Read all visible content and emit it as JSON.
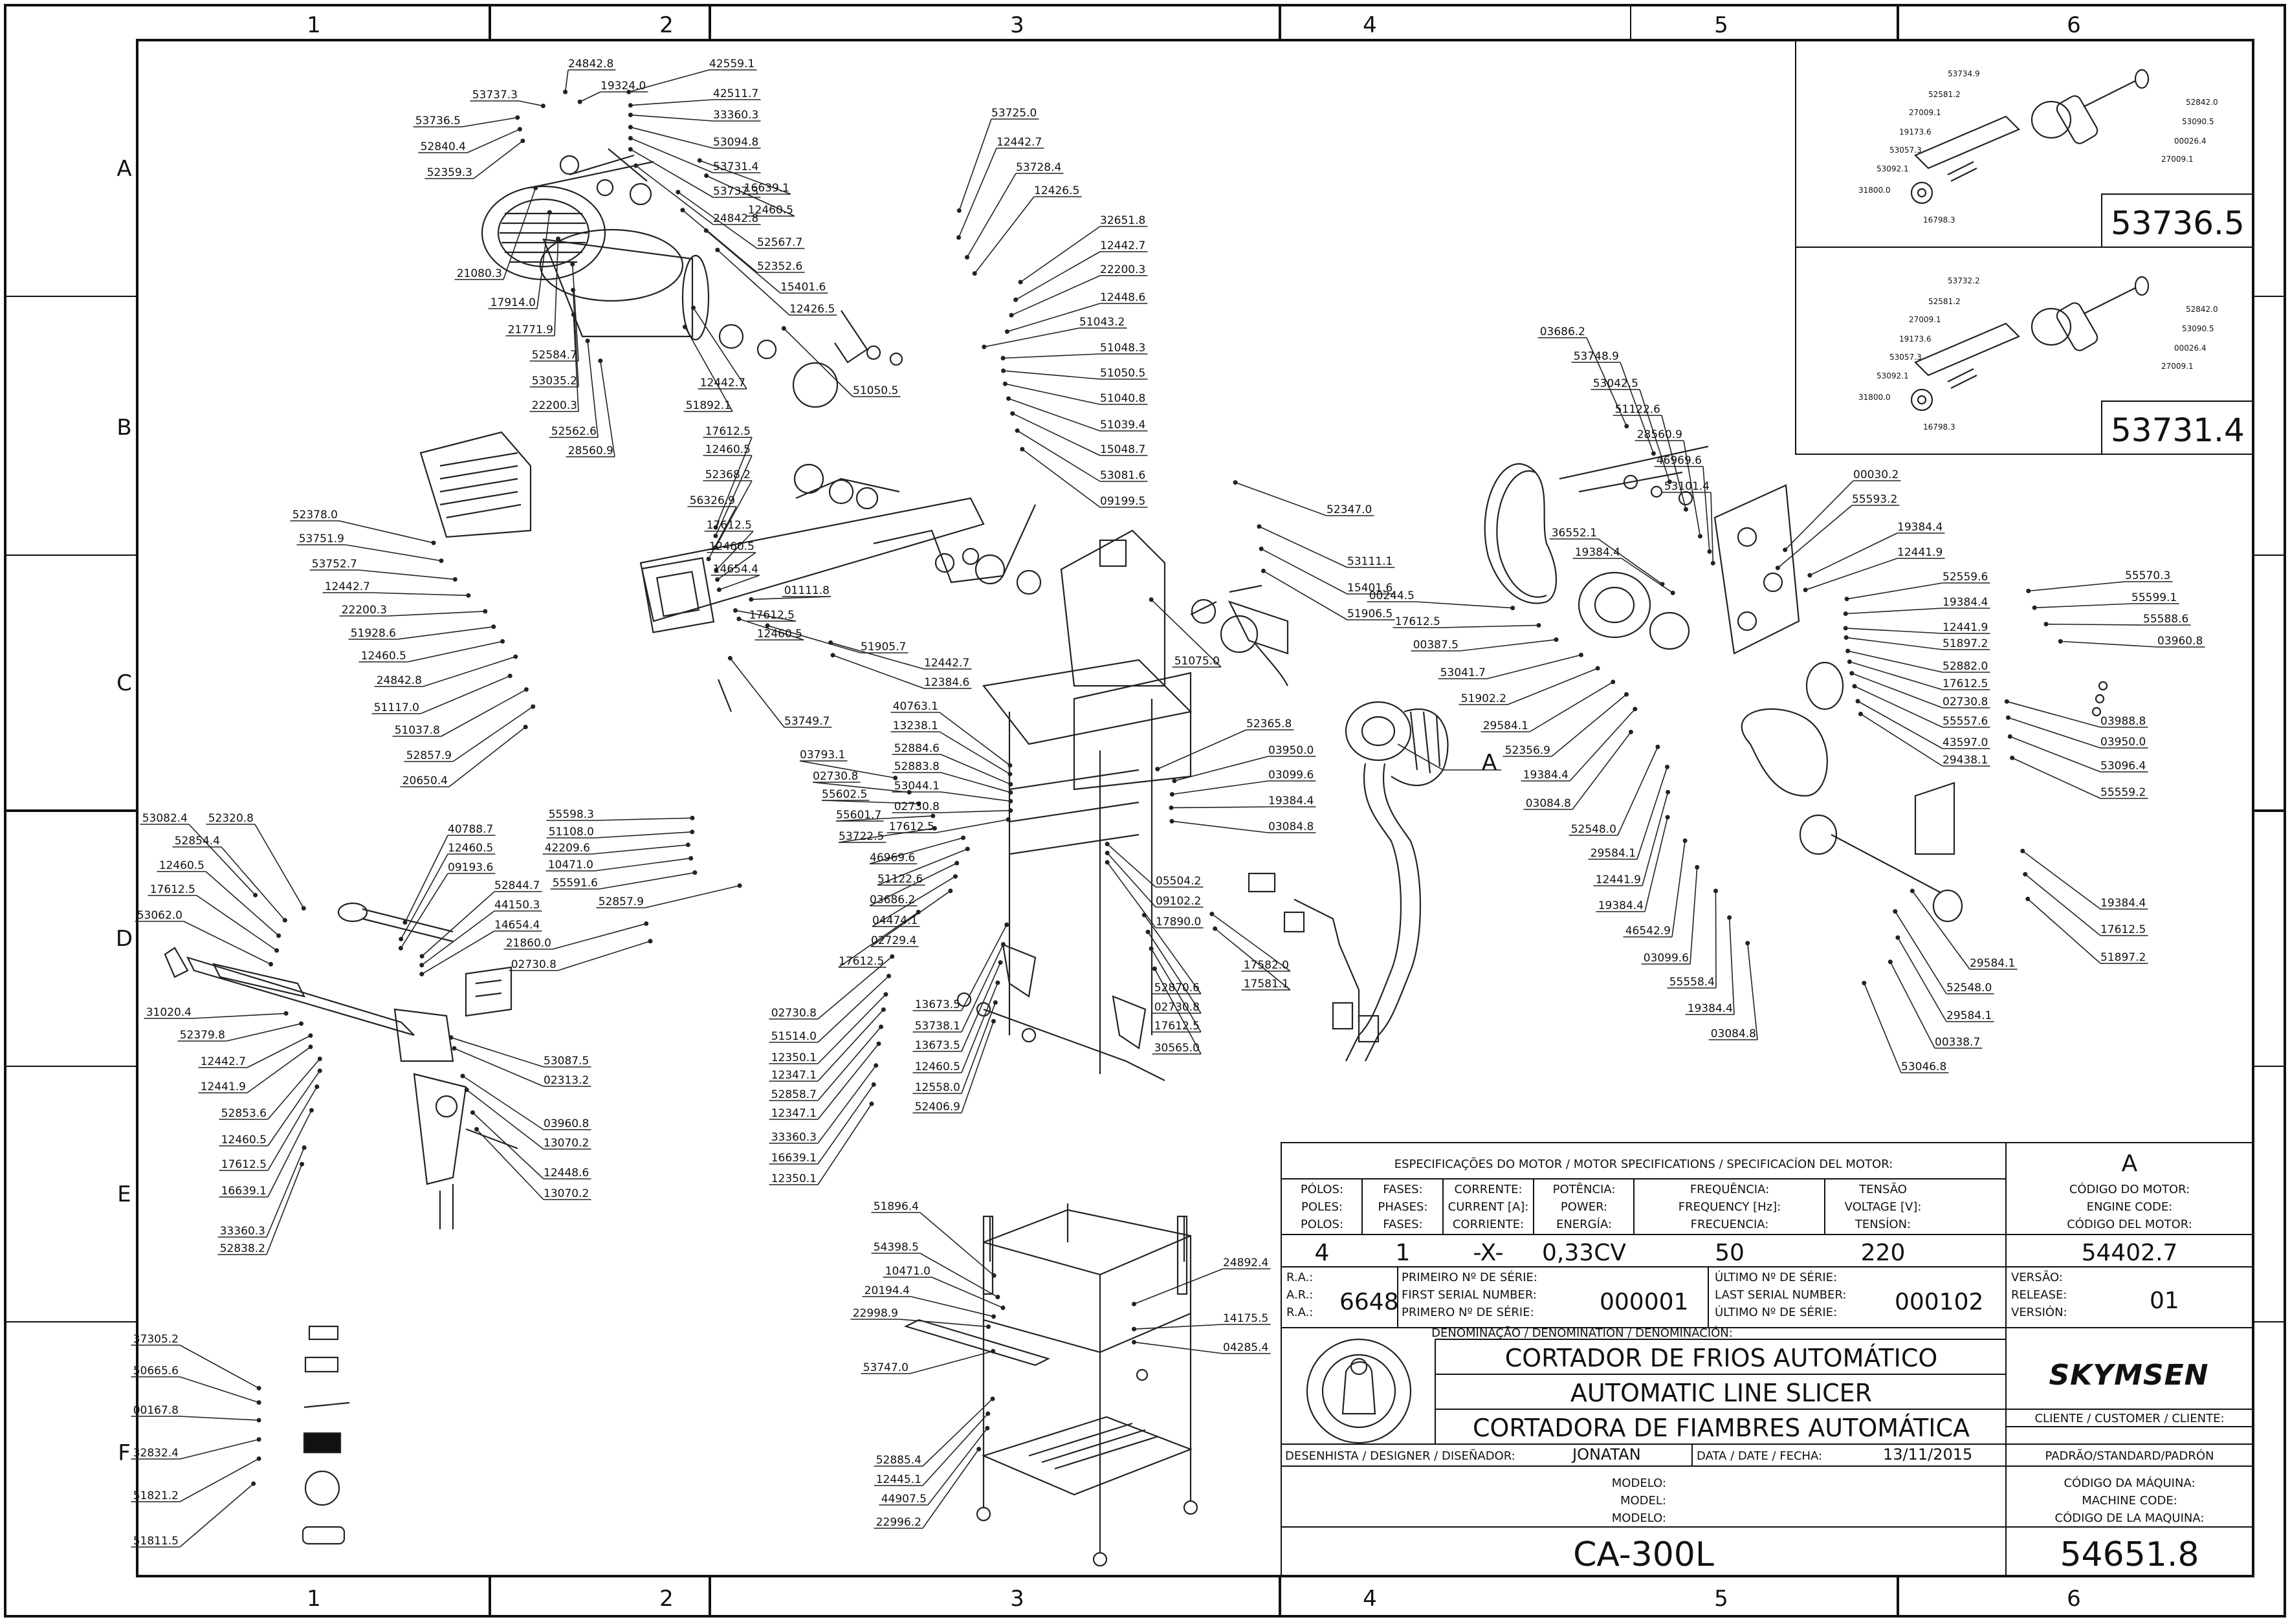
{
  "zones": {
    "columns": [
      "1",
      "2",
      "3",
      "4",
      "5",
      "6"
    ],
    "rows": [
      "A",
      "B",
      "C",
      "D",
      "E",
      "F"
    ]
  },
  "callouts": {
    "A": "A"
  },
  "insets": [
    {
      "code": "53736.5",
      "parts": [
        "53734.9",
        "52581.2",
        "27009.1",
        "19173.6",
        "53057.3",
        "53092.1",
        "31800.0",
        "16798.3",
        "52842.0",
        "53090.5",
        "00026.4",
        "27009.1"
      ]
    },
    {
      "code": "53731.4",
      "parts": [
        "53732.2",
        "52581.2",
        "27009.1",
        "19173.6",
        "53057.3",
        "53092.1",
        "31800.0",
        "16798.3",
        "52842.0",
        "53090.5",
        "00026.4",
        "27009.1"
      ]
    }
  ],
  "part_labels": {
    "g1": [
      "24842.8",
      "19324.0",
      "42559.1",
      "42511.7",
      "33360.3",
      "53094.8",
      "53731.4",
      "53737.3",
      "24842.8",
      "53737.3",
      "53736.5",
      "52840.4",
      "52359.3",
      "21080.3",
      "17914.0",
      "21771.9",
      "52584.7",
      "53035.2",
      "22200.3",
      "52562.6",
      "28560.9",
      "12442.7",
      "51892.1",
      "52567.7",
      "52352.6",
      "15401.6",
      "12426.5",
      "16639.1",
      "12460.5",
      "51050.5"
    ],
    "g2": [
      "53725.0",
      "12442.7",
      "53728.4",
      "12426.5",
      "32651.8",
      "12442.7",
      "22200.3",
      "12448.6",
      "51043.2",
      "51048.3",
      "51050.5",
      "51040.8",
      "51039.4",
      "15048.7",
      "53081.6",
      "09199.5",
      "52347.0",
      "53111.1",
      "15401.6",
      "51906.5",
      "51075.0"
    ],
    "g3": [
      "17612.5",
      "12460.5",
      "52368.2",
      "56326.9",
      "17612.5",
      "12460.5",
      "14654.4",
      "01111.8",
      "17612.5",
      "12460.5",
      "51905.7",
      "12442.7",
      "12384.6",
      "53749.7",
      "52378.0",
      "53751.9",
      "53752.7",
      "12442.7",
      "22200.3",
      "51928.6",
      "12460.5",
      "24842.8",
      "51117.0",
      "51037.8",
      "52857.9",
      "20650.4"
    ],
    "g4": [
      "40763.1",
      "13238.1",
      "52884.6",
      "52883.8",
      "53044.1",
      "02730.8",
      "17612.5",
      "52365.8",
      "03950.0",
      "03099.6",
      "19384.4",
      "03084.8",
      "03793.1",
      "02730.8",
      "55602.5",
      "55601.7",
      "53722.5",
      "46969.6",
      "51122.6",
      "03686.2",
      "04474.1",
      "02729.4",
      "17612.5",
      "55598.3",
      "51108.0",
      "42209.6",
      "10471.0",
      "55591.6",
      "52857.9",
      "21860.0",
      "02730.8",
      "02730.8",
      "51514.0",
      "12350.1",
      "12347.1",
      "52858.7",
      "12347.1",
      "33360.3",
      "16639.1",
      "12350.1",
      "13673.5",
      "53738.1",
      "13673.5",
      "12460.5",
      "12558.0",
      "52406.9",
      "52870.6",
      "02730.8",
      "17612.5",
      "30565.0",
      "17582.0",
      "17581.1",
      "05504.2",
      "09102.2",
      "17890.0"
    ],
    "g5": [
      "53082.4",
      "52320.8",
      "52854.4",
      "12460.5",
      "17612.5",
      "53062.0",
      "31020.4",
      "40788.7",
      "12460.5",
      "09193.6",
      "52844.7",
      "44150.3",
      "14654.4",
      "52379.8",
      "12442.7",
      "12441.9",
      "52853.6",
      "12460.5",
      "17612.5",
      "16639.1",
      "33360.3",
      "52838.2",
      "53087.5",
      "02313.2",
      "03960.8",
      "13070.2",
      "12448.6",
      "13070.2"
    ],
    "g6": [
      "03686.2",
      "53748.9",
      "53042.5",
      "51122.6",
      "28560.9",
      "46969.6",
      "53101.4",
      "00030.2",
      "55593.2",
      "19384.4",
      "12441.9",
      "36552.1",
      "19384.4",
      "00244.5",
      "17612.5",
      "00387.5",
      "53041.7",
      "51902.2",
      "29584.1",
      "52356.9",
      "19384.4",
      "03084.8",
      "52559.6",
      "19384.4",
      "12441.9",
      "51897.2",
      "52882.0",
      "17612.5",
      "02730.8",
      "55557.6",
      "43597.0",
      "29438.1",
      "52548.0",
      "29584.1",
      "12441.9",
      "19384.4",
      "46542.9",
      "03099.6",
      "55558.4",
      "19384.4",
      "03084.8",
      "55570.3",
      "55599.1",
      "55588.6",
      "03960.8",
      "03988.8",
      "03950.0",
      "53096.4",
      "55559.2",
      "19384.4",
      "17612.5",
      "51897.2",
      "29584.1",
      "52548.0",
      "29584.1",
      "00338.7",
      "53046.8"
    ],
    "g7": [
      "51896.4",
      "54398.5",
      "10471.0",
      "20194.4",
      "22998.9",
      "53747.0",
      "24892.4",
      "14175.5",
      "04285.4",
      "52885.4",
      "12445.1",
      "44907.5",
      "22996.2"
    ],
    "legend": [
      "37305.2",
      "50665.6",
      "00167.8",
      "32832.4",
      "51821.2",
      "51811.5"
    ]
  },
  "title_block": {
    "motor_spec_header": "ESPECIFICAÇÕES DO MOTOR / MOTOR SPECIFICATIONS / SPECIFICACÍON DEL MOTOR:",
    "motor_variant": "A",
    "columns": [
      {
        "l1": "PÓLOS:",
        "l2": "POLES:",
        "l3": "POLOS:",
        "value": "4"
      },
      {
        "l1": "FASES:",
        "l2": "PHASES:",
        "l3": "FASES:",
        "value": "1"
      },
      {
        "l1": "CORRENTE:",
        "l2": "CURRENT [A]:",
        "l3": "CORRIENTE:",
        "value": "-X-"
      },
      {
        "l1": "POTÊNCIA:",
        "l2": "POWER:",
        "l3": "ENERGÍA:",
        "value": "0,33CV"
      },
      {
        "l1": "FREQUÊNCIA:",
        "l2": "FREQUENCY [Hz]:",
        "l3": "FRECUENCIA:",
        "value": "50"
      },
      {
        "l1": "TENSÃO",
        "l2": "VOLTAGE [V]:",
        "l3": "TENSÍON:",
        "value": "220"
      },
      {
        "l1": "CÓDIGO DO MOTOR:",
        "l2": "ENGINE CODE:",
        "l3": "CÓDIGO DEL MOTOR:",
        "value": "54402.7"
      }
    ],
    "ra": {
      "l1": "R.A.:",
      "l2": "A.R.:",
      "l3": "R.A.:",
      "value": "6648"
    },
    "first_serial": {
      "l1": "PRIMEIRO Nº DE SÉRIE:",
      "l2": "FIRST SERIAL NUMBER:",
      "l3": "PRIMERO Nº DE SÉRIE:",
      "value": "000001"
    },
    "last_serial": {
      "l1": "ÚLTIMO Nº DE SÉRIE:",
      "l2": "LAST SERIAL NUMBER:",
      "l3": "ÚLTIMO Nº DE SÉRIE:",
      "value": "000102"
    },
    "version": {
      "l1": "VERSÃO:",
      "l2": "RELEASE:",
      "l3": "VERSIÓN:",
      "value": "01"
    },
    "denomination_header": "DENOMINAÇÃO / DENOMINATION / DENOMINACIÓN:",
    "names": [
      "CORTADOR DE FRIOS AUTOMÁTICO",
      "AUTOMATIC LINE SLICER",
      "CORTADORA DE FIAMBRES AUTOMÁTICA"
    ],
    "brand": "SKYMSEN",
    "client_label": "CLIENTE / CUSTOMER / CLIENTE:",
    "client_value": "PADRÃO/STANDARD/PADRÓN",
    "designer_label": "DESENHISTA / DESIGNER / DISEÑADOR:",
    "designer": "JONATAN",
    "date_label": "DATA / DATE / FECHA:",
    "date": "13/11/2015",
    "model_labels": [
      "MODELO:",
      "MODEL:",
      "MODELO:"
    ],
    "machine_code_labels": [
      "CÓDIGO DA MÁQUINA:",
      "MACHINE CODE:",
      "CÓDIGO DE LA MAQUINA:"
    ],
    "model": "CA-300L",
    "machine_code": "54651.8"
  }
}
